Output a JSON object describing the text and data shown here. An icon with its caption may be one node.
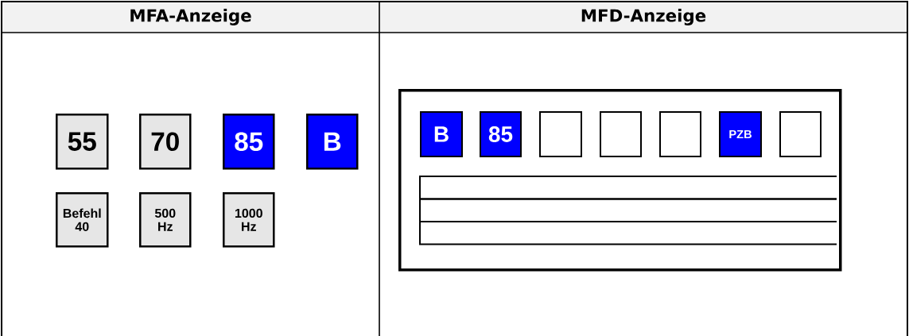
{
  "diagram": {
    "nodes": [
      {
        "text": [
          "55"
        ]
      },
      {
        "text": [
          "70"
        ]
      },
      {
        "text": [
          "85"
        ]
      },
      {
        "text": [
          "B"
        ]
      },
      {
        "text": [
          "Befehl 40"
        ]
      },
      {
        "text": [
          "500 Hz"
        ]
      },
      {
        "text": [
          "1000 Hz"
        ]
      },
      {
        "text": [],
        "shape": "box"
      },
      {
        "text": [
          "B"
        ],
        "in": 7
      },
      {
        "text": [
          "85"
        ],
        "in": 7
      },
      {
        "text": [],
        "shape": "box",
        "in": 7
      },
      {
        "text": [],
        "shape": "box",
        "in": 7
      },
      {
        "text": [],
        "shape": "box",
        "in": 7
      },
      {
        "text": [
          "PZB"
        ],
        "in": 7
      },
      {
        "text": [],
        "shape": "box",
        "in": 7
      }
    ],
    "labels": [
      "MFA-Anzeige",
      "MFD-Anzeige"
    ]
  }
}
